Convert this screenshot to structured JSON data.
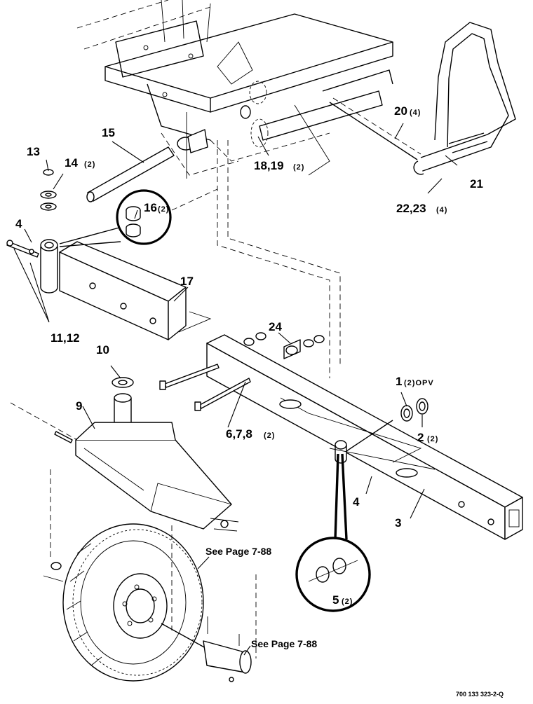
{
  "callouts": {
    "c1": "1",
    "c1_qty": "(2)OPV",
    "c2": "2",
    "c2_qty": "(2)",
    "c3": "3",
    "c4a": "4",
    "c4b": "4",
    "c5": "5",
    "c5_qty": "(2)",
    "c678": "6,7,8",
    "c678_qty": "(2)",
    "c9": "9",
    "c10": "10",
    "c1112": "11,12",
    "c13": "13",
    "c14": "14",
    "c14_qty": "(2)",
    "c15": "15",
    "c16": "16",
    "c16_qty": "(2)",
    "c17": "17",
    "c1819": "18,19",
    "c1819_qty": "(2)",
    "c20": "20",
    "c20_qty": "(4)",
    "c21": "21",
    "c2223": "22,23",
    "c2223_qty": "(4)",
    "c24": "24"
  },
  "references": {
    "see_page_1": "See Page 7-88",
    "see_page_2": "See Page 7-88"
  },
  "drawing_number": "700 133 323-2-Q"
}
